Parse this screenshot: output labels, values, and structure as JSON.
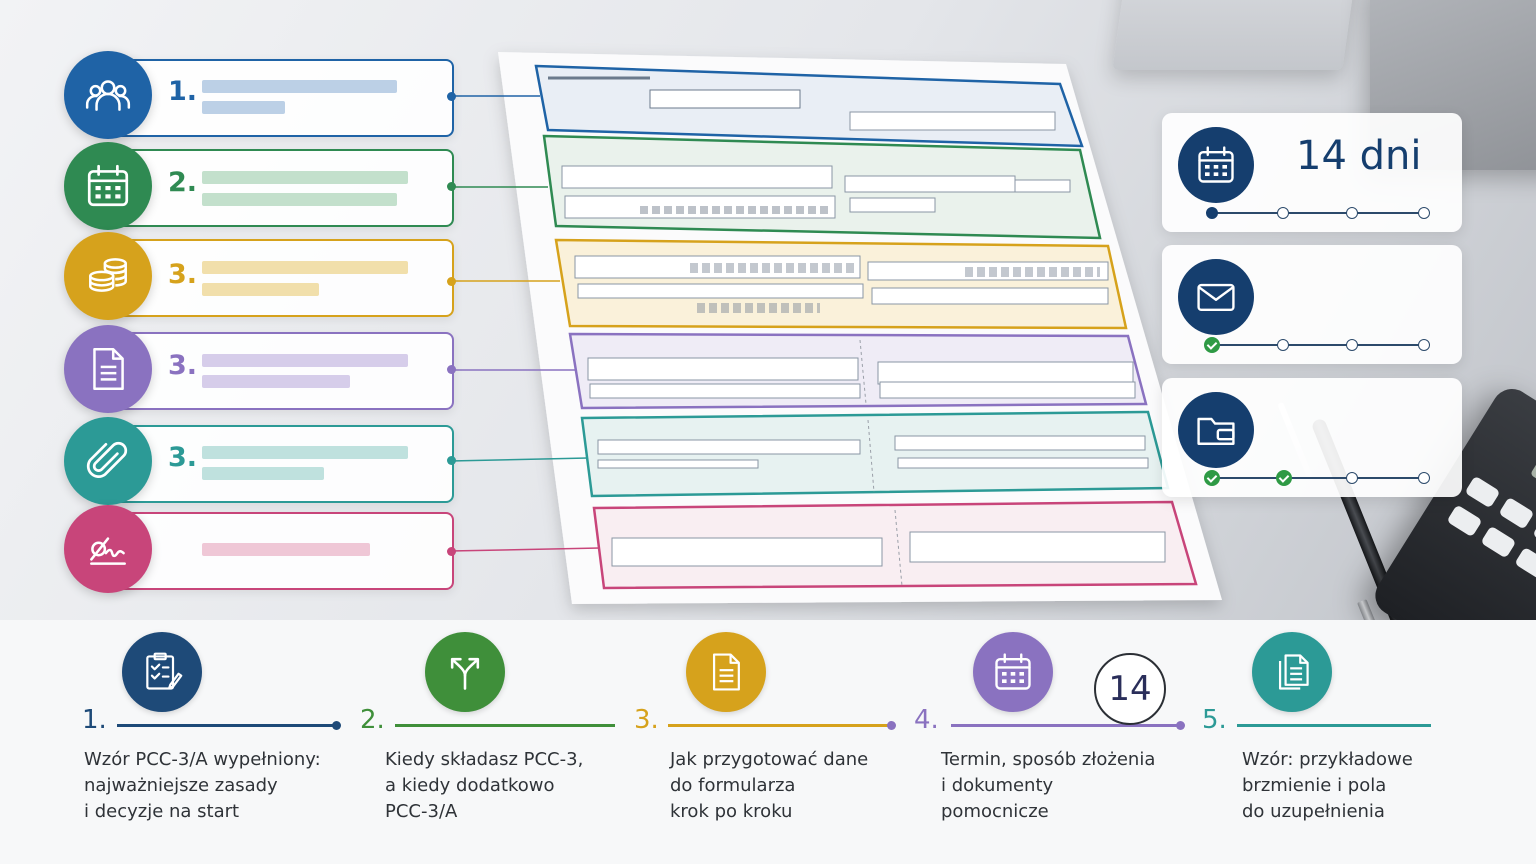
{
  "left_steps": [
    {
      "num": "1.",
      "icon": "users-icon",
      "color": "#1f63a6",
      "bar_color": "#bcd0e6"
    },
    {
      "num": "2.",
      "icon": "calendar-icon",
      "color": "#2f8a52",
      "bar_color": "#c3e0cc"
    },
    {
      "num": "3.",
      "icon": "coins-icon",
      "color": "#d6a21c",
      "bar_color": "#f1dfab"
    },
    {
      "num": "3.",
      "icon": "document-icon",
      "color": "#8a72c0",
      "bar_color": "#d6cdea"
    },
    {
      "num": "3.",
      "icon": "paperclip-icon",
      "color": "#2c9a96",
      "bar_color": "#bfe1de"
    },
    {
      "num": "",
      "icon": "signature-icon",
      "color": "#c8457a",
      "bar_color": "#efc7d6"
    }
  ],
  "progress_cards": [
    {
      "icon": "calendar-icon",
      "label": "14 dni",
      "progress": "1 of 4"
    },
    {
      "icon": "envelope-icon",
      "label": "",
      "progress": "1 of 4 done"
    },
    {
      "icon": "folder-icon",
      "label": "",
      "progress": "2 of 4 done"
    }
  ],
  "timeline": [
    {
      "num": "1.",
      "icon": "checklist-icon",
      "color": "#1e4a78",
      "text": "Wzór PCC-3/A wypełniony:\nnajważniejsze zasady\ni decyzje na start"
    },
    {
      "num": "2.",
      "icon": "split-arrows-icon",
      "color": "#3f8f3a",
      "text": "Kiedy składasz PCC-3,\na kiedy dodatkowo\nPCC-3/A"
    },
    {
      "num": "3.",
      "icon": "document-icon",
      "color": "#d6a21c",
      "text": "Jak przygotować dane\ndo formularza\nkrok po kroku"
    },
    {
      "num": "4.",
      "icon": "calendar-icon",
      "color": "#8a72c0",
      "text": "Termin, sposób złożenia\ni dokumenty\npomocnicze"
    },
    {
      "num": "5.",
      "icon": "copy-documents-icon",
      "color": "#2c9a96",
      "text": "Wzór: przykładowe\nbrzmienie i pola\ndo uzupełnienia"
    }
  ],
  "deadline_badge": "14",
  "colors": {
    "navy": "#153e6e",
    "check_green": "#2f9a45"
  }
}
